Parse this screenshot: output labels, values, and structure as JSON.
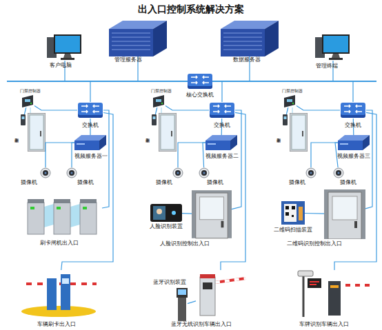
{
  "diagram": {
    "title": "出入口控制系统解决方案",
    "nodes": [
      {
        "text": [
          "客户电脑"
        ]
      },
      {
        "text": [
          "管理服务器"
        ]
      },
      {
        "text": [
          "数据服务器"
        ]
      },
      {
        "text": [
          "管理终端"
        ]
      },
      {
        "text": [
          "核心交换机"
        ]
      },
      {
        "text": [
          "门禁控制器"
        ]
      },
      {
        "text": [
          "刷卡器"
        ]
      },
      {
        "text": [
          "交换机"
        ]
      },
      {
        "text": [
          "视频服务器一"
        ]
      },
      {
        "text": [
          "摄像机"
        ]
      },
      {
        "text": [
          "摄像机"
        ]
      },
      {
        "text": [
          "刷卡闸机出入口"
        ]
      },
      {
        "text": [
          "车辆刷卡出入口"
        ]
      },
      {
        "text": [
          "门禁控制器"
        ]
      },
      {
        "text": [
          "刷卡器"
        ]
      },
      {
        "text": [
          "交换机"
        ]
      },
      {
        "text": [
          "视频服务器二"
        ]
      },
      {
        "text": [
          "摄像机"
        ]
      },
      {
        "text": [
          "摄像机"
        ]
      },
      {
        "text": [
          "人脸识别装置"
        ]
      },
      {
        "text": [
          "人脸识别控制出入口"
        ]
      },
      {
        "text": [
          "蓝牙识别装置"
        ]
      },
      {
        "text": [
          "蓝牙无线识别车辆出入口"
        ]
      },
      {
        "text": [
          "门禁控制器"
        ]
      },
      {
        "text": [
          "刷卡器"
        ]
      },
      {
        "text": [
          "交换机"
        ]
      },
      {
        "text": [
          "视频服务器三"
        ]
      },
      {
        "text": [
          "摄像机"
        ]
      },
      {
        "text": [
          "摄像机"
        ]
      },
      {
        "text": [
          "二维码扫描装置"
        ]
      },
      {
        "text": [
          "二维码识别控制出入口"
        ]
      },
      {
        "text": [
          "车牌识别车辆出入口"
        ]
      }
    ],
    "edges": [
      {
        "from": 4,
        "to": 0,
        "arrow": "none"
      },
      {
        "from": 4,
        "to": 1,
        "arrow": "none"
      },
      {
        "from": 4,
        "to": 2,
        "arrow": "none"
      },
      {
        "from": 4,
        "to": 3,
        "arrow": "none"
      },
      {
        "from": 4,
        "to": 7,
        "arrow": "none"
      },
      {
        "from": 4,
        "to": 15,
        "arrow": "none"
      },
      {
        "from": 4,
        "to": 25,
        "arrow": "none"
      },
      {
        "from": 7,
        "to": 5,
        "arrow": "none"
      },
      {
        "from": 5,
        "to": 6,
        "arrow": "none"
      },
      {
        "from": 7,
        "to": 8,
        "arrow": "none"
      },
      {
        "from": 8,
        "to": 9,
        "arrow": "none"
      },
      {
        "from": 8,
        "to": 10,
        "arrow": "none"
      },
      {
        "from": 7,
        "to": 11,
        "arrow": "none"
      },
      {
        "from": 7,
        "to": 12,
        "arrow": "none"
      },
      {
        "from": 15,
        "to": 13,
        "arrow": "none"
      },
      {
        "from": 13,
        "to": 14,
        "arrow": "none"
      },
      {
        "from": 15,
        "to": 16,
        "arrow": "none"
      },
      {
        "from": 16,
        "to": 17,
        "arrow": "none"
      },
      {
        "from": 16,
        "to": 18,
        "arrow": "none"
      },
      {
        "from": 15,
        "to": 20,
        "arrow": "none"
      },
      {
        "from": 19,
        "to": 20,
        "arrow": "none"
      },
      {
        "from": 15,
        "to": 22,
        "arrow": "none"
      },
      {
        "from": 21,
        "to": 22,
        "arrow": "none"
      },
      {
        "from": 25,
        "to": 23,
        "arrow": "none"
      },
      {
        "from": 23,
        "to": 24,
        "arrow": "none"
      },
      {
        "from": 25,
        "to": 26,
        "arrow": "none"
      },
      {
        "from": 26,
        "to": 27,
        "arrow": "none"
      },
      {
        "from": 26,
        "to": 28,
        "arrow": "none"
      },
      {
        "from": 25,
        "to": 30,
        "arrow": "none"
      },
      {
        "from": 29,
        "to": 30,
        "arrow": "none"
      },
      {
        "from": 25,
        "to": 31,
        "arrow": "none"
      }
    ]
  }
}
